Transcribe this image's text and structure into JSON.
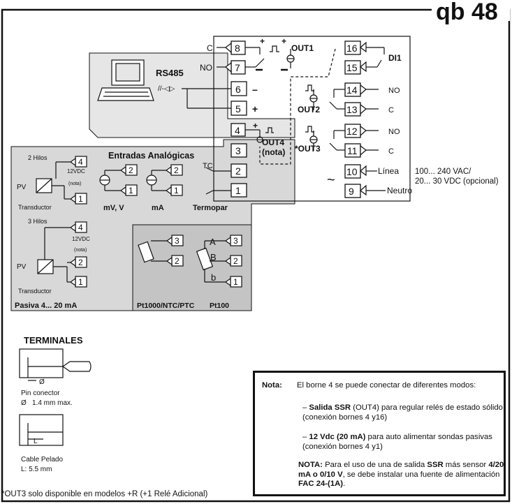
{
  "brand": {
    "logo": "qb 48"
  },
  "top_block": {
    "terminals": {
      "t8": "8",
      "t7": "7",
      "t6": "6",
      "t5": "5",
      "t4": "4",
      "t3": "3",
      "t2": "2",
      "t1": "1",
      "t16": "16",
      "t15": "15",
      "t14": "14",
      "t13": "13",
      "t12": "12",
      "t11": "11",
      "t10": "10",
      "t9": "9"
    },
    "labels": {
      "c": "C",
      "no": "NO",
      "out1": "OUT1",
      "di1": "DI1",
      "rs485": "RS485",
      "minus": "–",
      "plus": "+",
      "out2": "OUT2",
      "out3": "*OUT3",
      "out4": "OUT4",
      "nota": "(nota)",
      "linea": "Línea",
      "neutro": "Neutro",
      "supply1": "100... 240 VAC/",
      "supply2": "20... 30 VDC (opcional)",
      "tilde": "~",
      "c2": "C",
      "no2": "NO",
      "c3": "C",
      "no3": "NO"
    }
  },
  "analog": {
    "title": "Entradas Analógicas",
    "dos_hilos": "2 Hilos",
    "tres_hilos": "3 Hilos",
    "vdc": "12VDC",
    "nota_small": "(nota)",
    "pv": "PV",
    "transductor": "Transductor",
    "mv": "mV, V",
    "ma": "mA",
    "termopar": "Termopar",
    "tc": "TC",
    "pasiva": "Pasiva 4... 20 mA",
    "pt1000": "Pt1000/NTC/PTC",
    "pt100": "Pt100",
    "a": "A",
    "b1": "B",
    "b2": "b"
  },
  "terminales": {
    "title": "TERMINALES",
    "pin": "Pin conector",
    "pin_size": "1.4 mm max.",
    "cable": "Cable Pelado",
    "cable_size": "L:   5.5 mm",
    "l": "L",
    "diam": "Ø"
  },
  "note": {
    "label": "Nota:",
    "intro": "El borne 4 se puede conectar de diferentes modos:",
    "item1_bold": "Salida SSR",
    "item1": " (OUT4) para regular relés de estado sólido (conexión bornes 4 y16)",
    "item2_bold": "12 Vdc (20 mA)",
    "item2": " para auto alimentar sondas pasivas (conexión bornes 4 y1)",
    "nota2_label": "NOTA:",
    "nota2a": " Para el uso de una de salida ",
    "nota2_ssr": "SSR",
    "nota2b": " más sensor ",
    "nota2_range": "4/20 mA o 0/10 V",
    "nota2c": ", se debe instalar una fuente de alimentación ",
    "nota2_fac": "FAC 24-(1A)",
    "nota2d": "."
  },
  "footnote": "*OUT3 solo disponible en modelos +R (+1 Relé Adicional)",
  "colors": {
    "panel_light": "#e6e6e6",
    "panel_dark": "#c4c4c4",
    "panel_mid": "#d3d3d3",
    "ink": "#111111"
  }
}
